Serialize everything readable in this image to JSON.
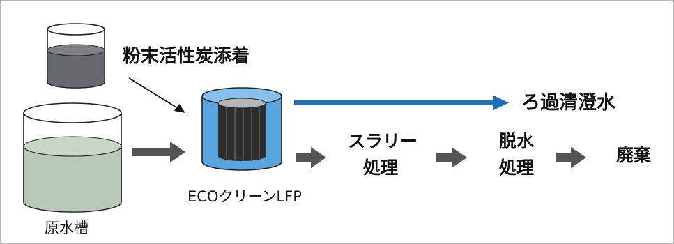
{
  "labels": {
    "powder_carbon": "粉末活性炭添着",
    "filtered_water": "ろ過清澄水",
    "slurry_line1": "スラリー",
    "slurry_line2": "処理",
    "dewater_line1": "脱水",
    "dewater_line2": "処理",
    "disposal": "廃棄",
    "eco_filter": "ECOクリーンLFP",
    "raw_tank": "原水槽"
  },
  "colors": {
    "blue_arrow": "#1f6fbf",
    "gray_arrow": "#555555",
    "raw_water": "#b9c9b8",
    "powder_liquid": "#666a6e",
    "filter_blue": "#5aa4de",
    "filter_cartridge": "#333333"
  }
}
